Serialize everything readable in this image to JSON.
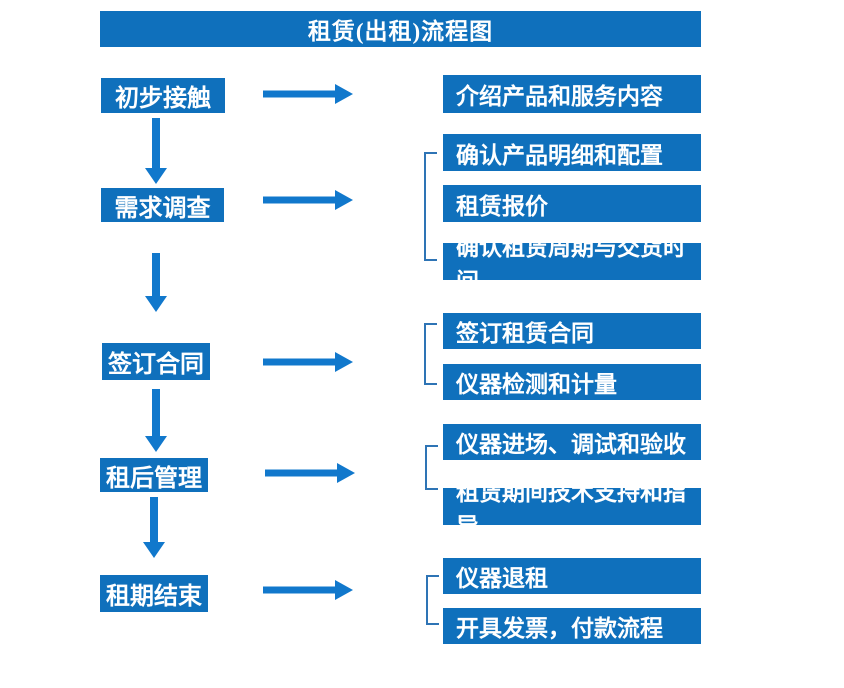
{
  "title": "租赁(出租)流程图",
  "colors": {
    "box_blue": "#0f70bc",
    "arrow_blue": "#1178cc",
    "bracket_blue": "#2e74b5",
    "text": "#ffffff",
    "background": "#ffffff"
  },
  "stages": [
    {
      "label": "初步接触",
      "steps": [
        "介绍产品和服务内容"
      ]
    },
    {
      "label": "需求调查",
      "steps": [
        "确认产品明细和配置",
        "租赁报价",
        "确认租赁周期与交货时间"
      ]
    },
    {
      "label": "签订合同",
      "steps": [
        "签订租赁合同",
        "仪器检测和计量"
      ]
    },
    {
      "label": "租后管理",
      "steps": [
        "仪器进场、调试和验收",
        "租赁期间技术支持和指导"
      ]
    },
    {
      "label": "租期结束",
      "steps": [
        "仪器退租",
        "开具发票，付款流程"
      ]
    }
  ]
}
